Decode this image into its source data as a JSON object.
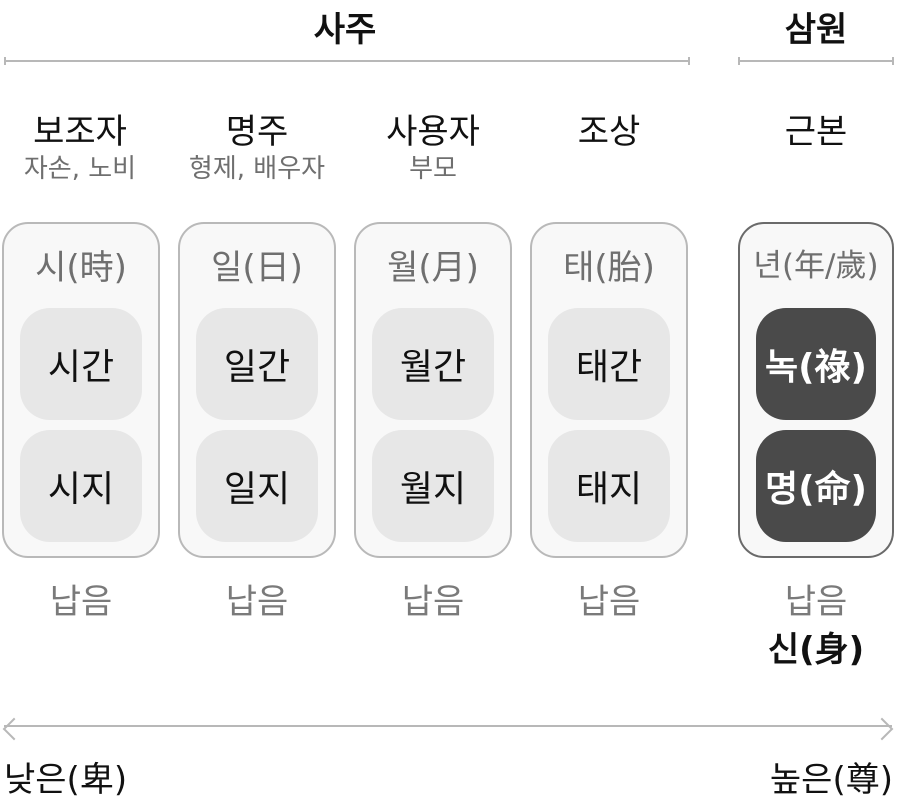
{
  "groups": {
    "saju": "사주",
    "samwon": "삼원"
  },
  "columns": [
    {
      "role": "보조자",
      "sub": "자손, 노비",
      "pillar": "시(時)",
      "stem": "시간",
      "branch": "시지",
      "nabeum": "납음"
    },
    {
      "role": "명주",
      "sub": "형제, 배우자",
      "pillar": "일(日)",
      "stem": "일간",
      "branch": "일지",
      "nabeum": "납음"
    },
    {
      "role": "사용자",
      "sub": "부모",
      "pillar": "월(月)",
      "stem": "월간",
      "branch": "월지",
      "nabeum": "납음"
    },
    {
      "role": "조상",
      "sub": "",
      "pillar": "태(胎)",
      "stem": "태간",
      "branch": "태지",
      "nabeum": "납음"
    },
    {
      "role": "근본",
      "sub": "",
      "pillar": "년(年/歲)",
      "stem": "녹(祿)",
      "branch": "명(命)",
      "nabeum": "납음",
      "extra": "신(身)"
    }
  ],
  "axis": {
    "low": "낮은(卑)",
    "high": "높은(尊)"
  }
}
